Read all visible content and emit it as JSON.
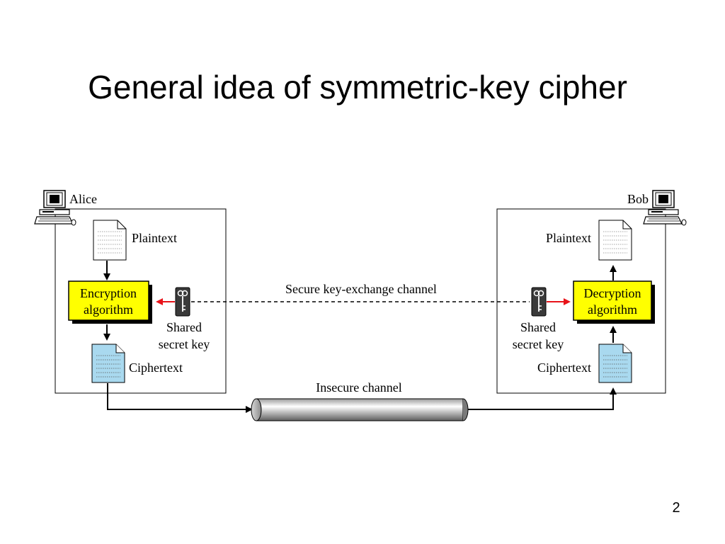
{
  "slide": {
    "title": "General idea of symmetric-key cipher",
    "page_number": "2"
  },
  "diagram": {
    "alice": {
      "name": "Alice",
      "plaintext": "Plaintext",
      "algorithm_line1": "Encryption",
      "algorithm_line2": "algorithm",
      "key_line1": "Shared",
      "key_line2": "secret key",
      "ciphertext": "Ciphertext"
    },
    "bob": {
      "name": "Bob",
      "plaintext": "Plaintext",
      "algorithm_line1": "Decryption",
      "algorithm_line2": "algorithm",
      "key_line1": "Shared",
      "key_line2": "secret key",
      "ciphertext": "Ciphertext"
    },
    "secure_channel": "Secure key-exchange channel",
    "insecure_channel": "Insecure channel"
  },
  "colors": {
    "algorithm_box": "#ffff00",
    "ciphertext_doc": "#a9d9ef",
    "key_arrow": "#e8131a",
    "pipe_gradient_light": "#ffffff",
    "pipe_gradient_dark": "#6a6a6a"
  }
}
